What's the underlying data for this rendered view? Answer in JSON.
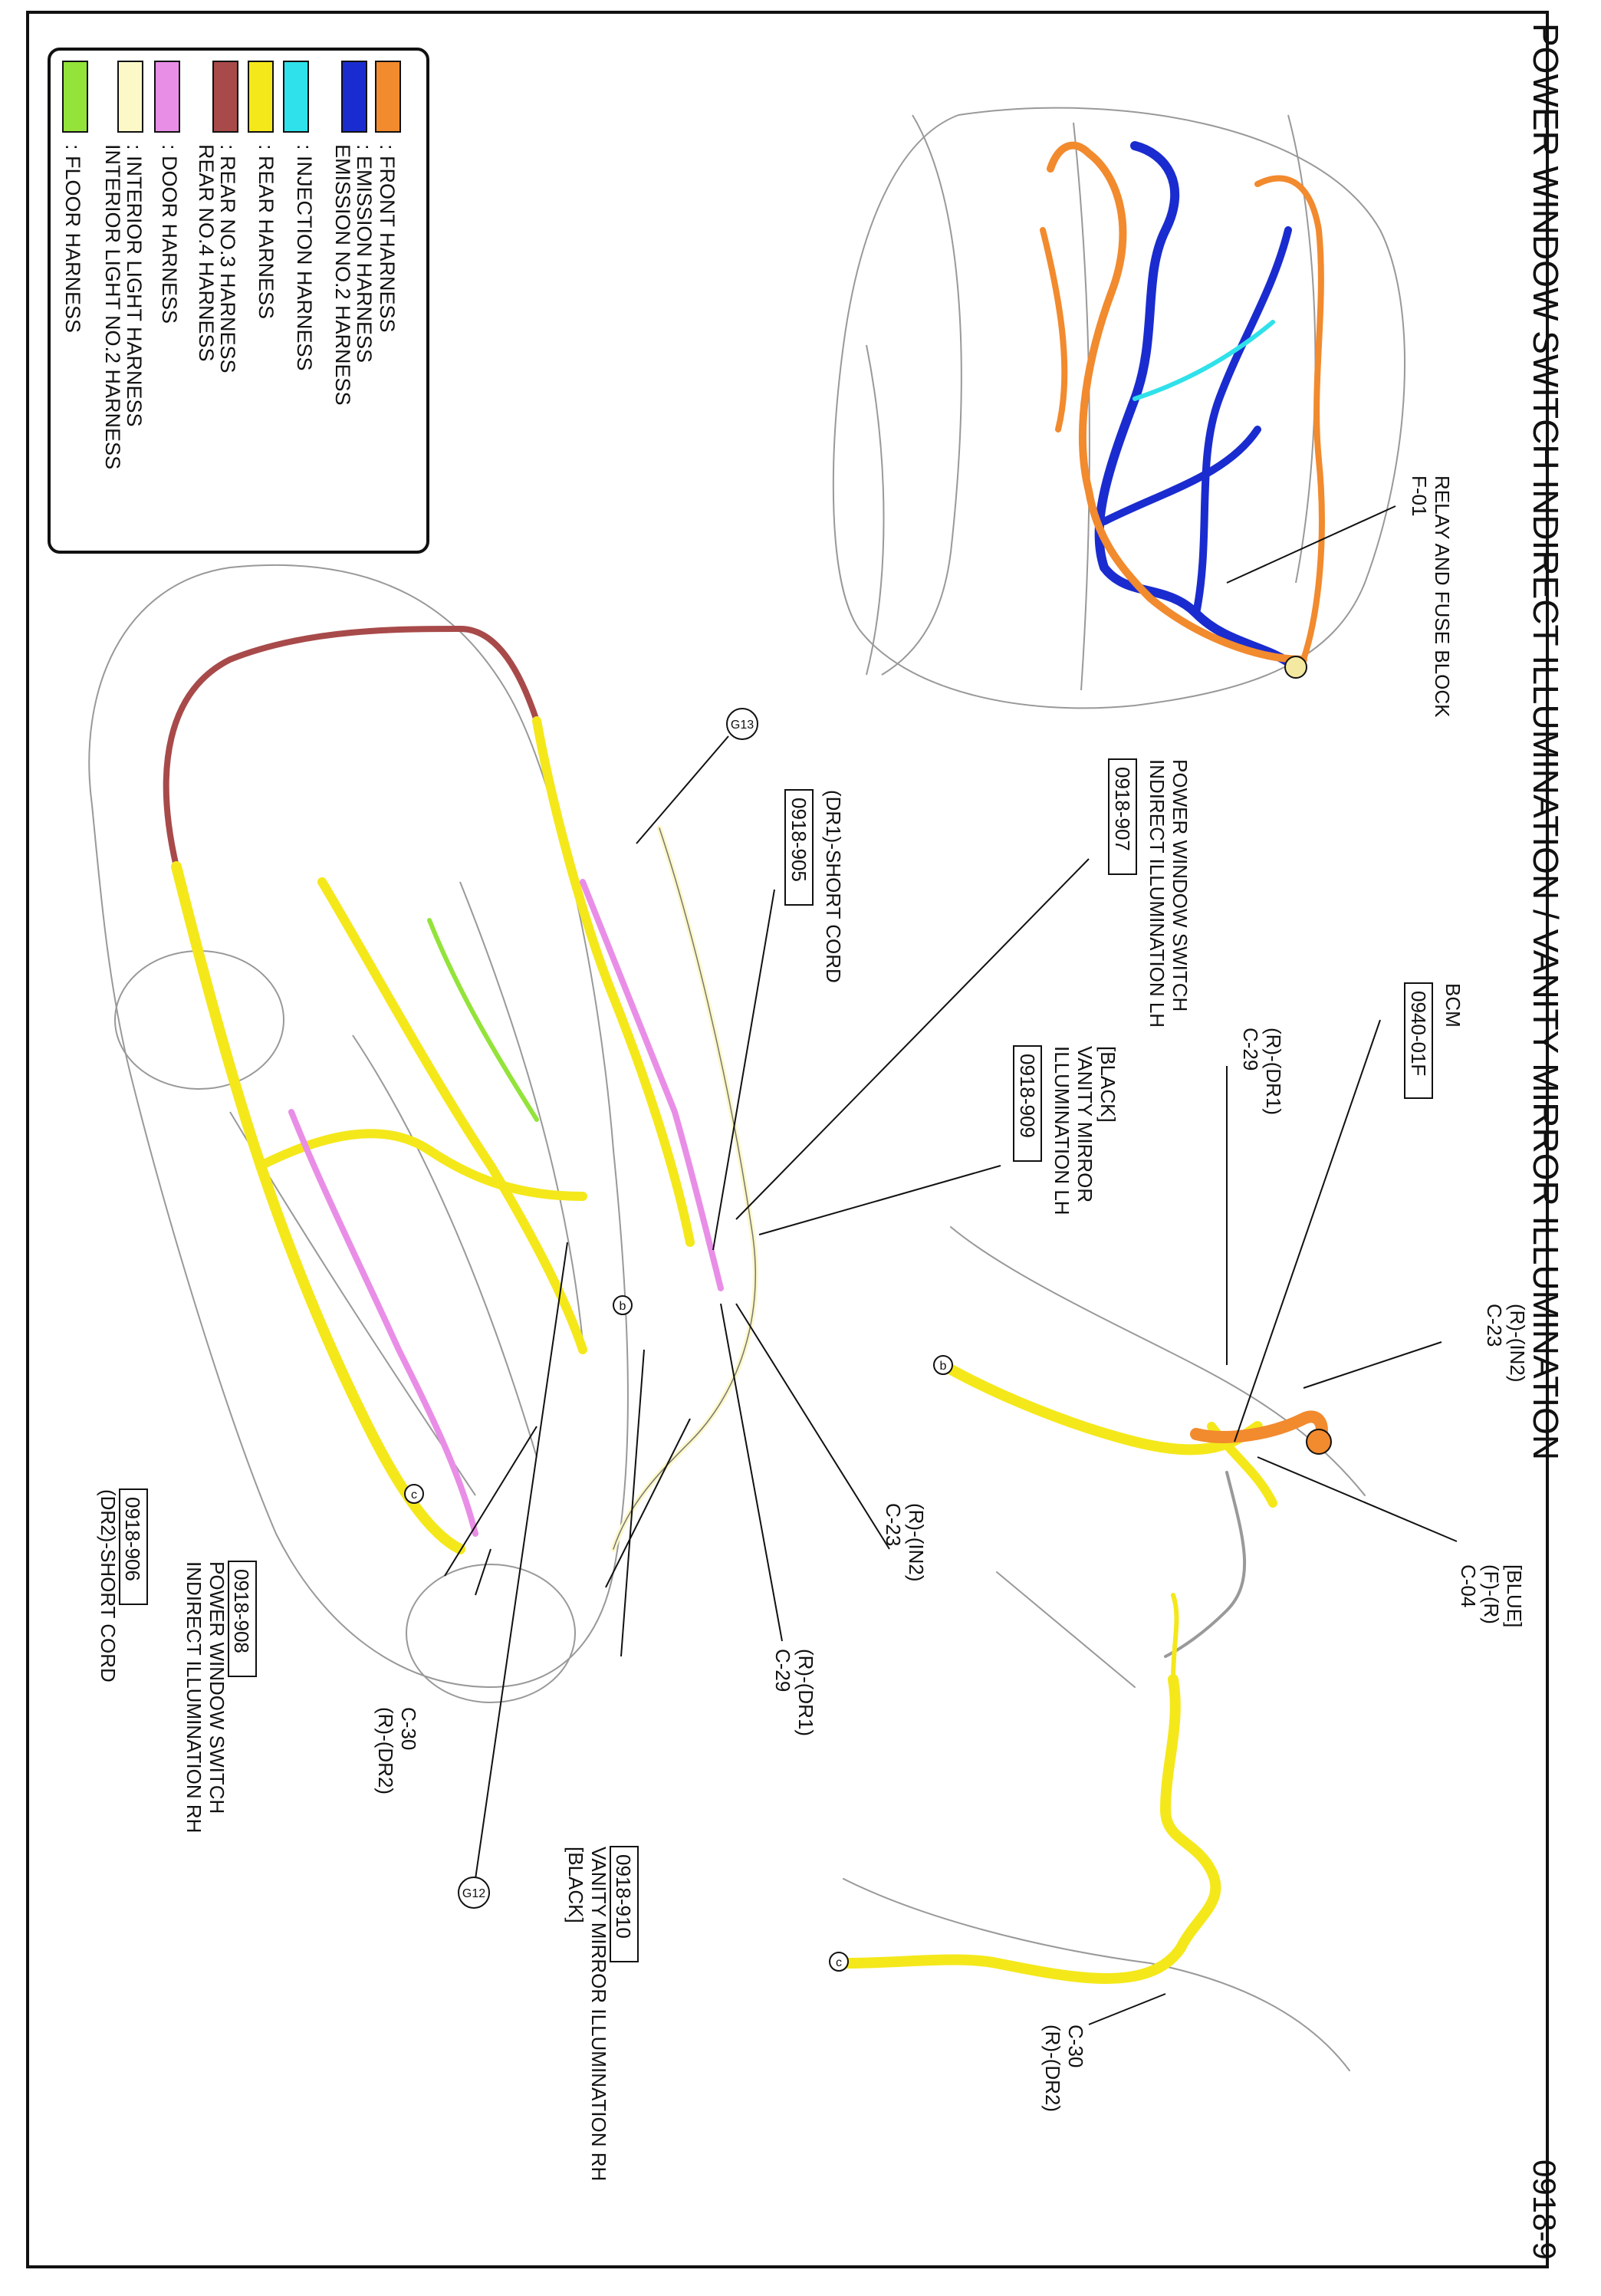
{
  "title": "POWER WINDOW SWITCH INDIRECT ILLUMINATION / VANITY MIRROR ILLUMINATION",
  "page_number": "0918-9",
  "legend": [
    {
      "label": ": FRONT HARNESS",
      "color": "#f28a2e"
    },
    {
      "label": ": EMISSION HARNESS",
      "color": "#1a2ccf"
    },
    {
      "label": "  EMISSION NO.2 HARNESS",
      "color": "#1a2ccf"
    },
    {
      "label": ": INJECTION HARNESS",
      "color": "#2fe1ea"
    },
    {
      "label": ": REAR HARNESS",
      "color": "#f4e81a"
    },
    {
      "label": ": REAR NO.3 HARNESS",
      "color": "#a84a4a"
    },
    {
      "label": "  REAR NO.4 HARNESS",
      "color": "#a84a4a"
    },
    {
      "label": ": DOOR HARNESS",
      "color": "#e98ee6"
    },
    {
      "label": ": INTERIOR LIGHT HARNESS",
      "color": "#fdf8c8"
    },
    {
      "label": "  INTERIOR LIGHT NO.2 HARNESS",
      "color": "#fdf8c8"
    },
    {
      "label": ": FLOOR HARNESS",
      "color": "#93e33a"
    }
  ],
  "callouts": {
    "relay": {
      "line1": "RELAY AND FUSE BLOCK",
      "line2": "F-01"
    },
    "pws_lh": {
      "line1": "POWER WINDOW SWITCH",
      "line2": "INDIRECT ILLUMINATION LH",
      "box": "0918-907"
    },
    "dr1_cord": {
      "line1": "(DR1)-SHORT CORD",
      "box": "0918-905"
    },
    "vanity_lh": {
      "line1": "[BLACK]",
      "line2": "VANITY MIRROR",
      "line3": "ILLUMINATION LH",
      "box": "0918-909"
    },
    "bcm": {
      "line1": "BCM",
      "box": "0940-01F"
    },
    "c29_top": {
      "line1": "(R)-(DR1)",
      "line2": "C-29"
    },
    "c23_top": {
      "line1": "(R)-(IN2)",
      "line2": "C-23"
    },
    "c04": {
      "line1": "[BLUE]",
      "line2": "(F)-(R)",
      "line3": "C-04"
    },
    "c23_mid": {
      "line1": "(R)-(IN2)",
      "line2": "C-23"
    },
    "c29_mid": {
      "line1": "(R)-(DR1)",
      "line2": "C-29"
    },
    "dr2_cord": {
      "box": "0918-906",
      "line1": "(DR2)-SHORT CORD"
    },
    "pws_rh": {
      "box": "0918-908",
      "line1": "POWER WINDOW SWITCH",
      "line2": "INDIRECT ILLUMINATION RH"
    },
    "c30_mid": {
      "line1": "C-30",
      "line2": "(R)-(DR2)"
    },
    "vanity_rh": {
      "box": "0918-910",
      "line1": "VANITY MIRROR ILLUMINATION RH",
      "line2": "[BLACK]"
    },
    "c30_right": {
      "line1": "C-30",
      "line2": "(R)-(DR2)"
    },
    "g13": "G13",
    "g12": "G12",
    "marker_b1": "b",
    "marker_c1": "c",
    "marker_b2": "b",
    "marker_c2": "c"
  }
}
